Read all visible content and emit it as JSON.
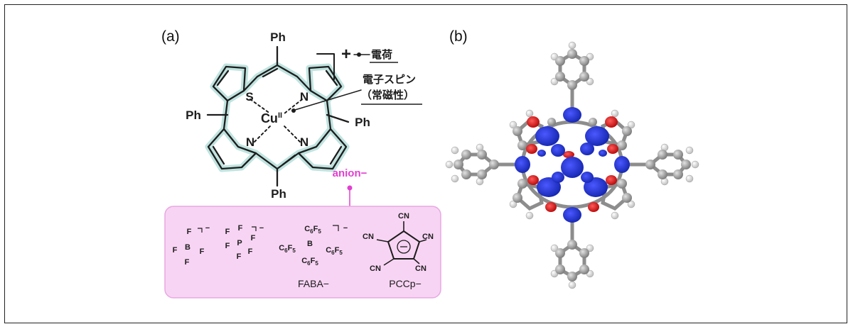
{
  "panels": {
    "a": {
      "label": "(a)",
      "molecule": {
        "metal": "Cu",
        "metal_superscript": "II",
        "atoms": [
          "S",
          "N",
          "N",
          "N"
        ],
        "substituent": "Ph",
        "charge_sign": "+"
      },
      "callouts": {
        "charge": "電荷",
        "spin_line1": "電子スピン",
        "spin_line2": "（常磁性）"
      },
      "anion_box": {
        "title": "anion−",
        "anions": [
          {
            "center": "B",
            "ligand": "F",
            "charge": "−",
            "caption": ""
          },
          {
            "center": "P",
            "ligand": "F",
            "charge": "−",
            "caption": ""
          },
          {
            "center": "B",
            "ligand_main": "C",
            "ligand_sub1": "6",
            "ligand_mid": "F",
            "ligand_sub2": "5",
            "charge": "−",
            "caption": "FABA−"
          },
          {
            "substituent": "CN",
            "caption": "PCCp−"
          }
        ]
      },
      "colors": {
        "anion_label": "#e040d0",
        "anion_box_fill": "#f8d4f4",
        "anion_box_stroke": "#e8a8e2",
        "molecule_glow": "#bfe3df"
      }
    },
    "b": {
      "label": "(b)",
      "colors": {
        "spin_density": "#1f2fd0",
        "oxygen_like": "#d81b1b",
        "carbon": "#9a9a9a",
        "hydrogen": "#e6e6e6"
      }
    }
  }
}
